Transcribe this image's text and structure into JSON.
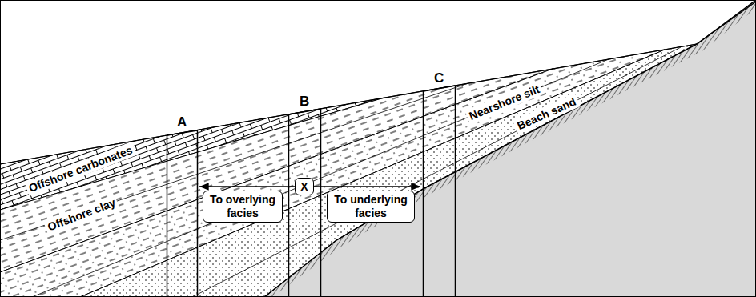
{
  "diagram": {
    "nodes": [
      {
        "text": [
          "X"
        ]
      },
      {
        "text": [
          "To overlying facies"
        ]
      },
      {
        "text": [
          "To underlying facies"
        ]
      }
    ],
    "labels": [
      "A",
      "B",
      "C",
      "Offshore carbonates",
      "Offshore clay",
      "Nearshore silt",
      "Beach sand"
    ]
  }
}
